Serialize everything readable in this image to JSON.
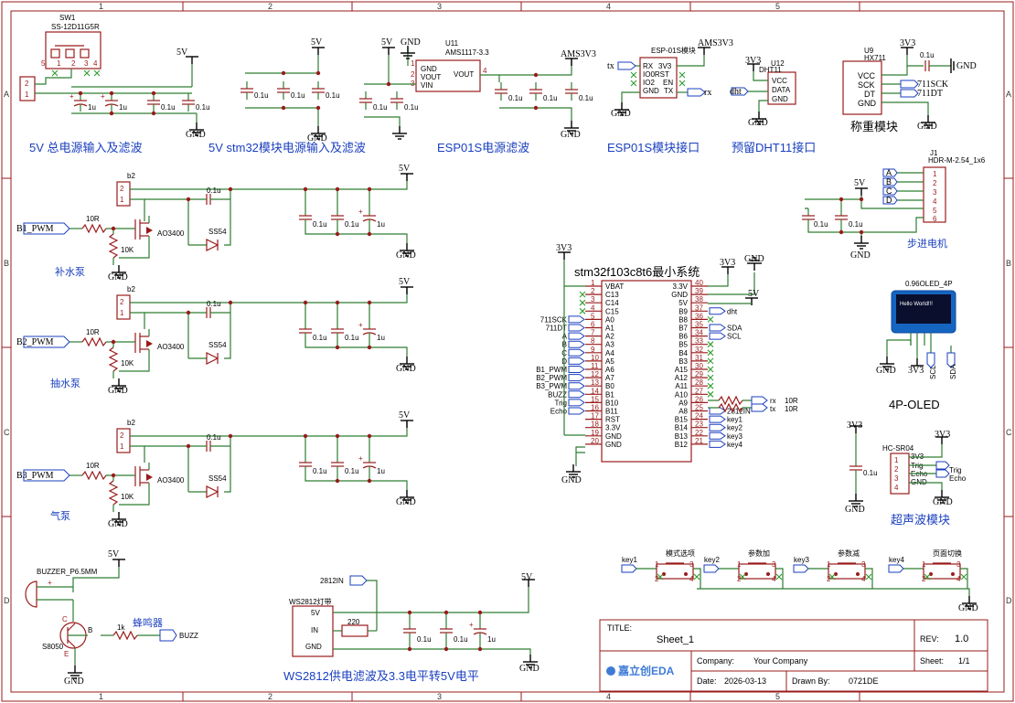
{
  "frame": {
    "cols": [
      "1",
      "2",
      "3",
      "4",
      "5"
    ],
    "rows": [
      "A",
      "B",
      "C",
      "D"
    ]
  },
  "sections": {
    "power5v": "5V 总电源输入及滤波",
    "stm32power": "5V stm32模块电源输入及滤波",
    "esp_filter": "ESP01S电源滤波",
    "esp_iface": "ESP01S模块接口",
    "dht_iface": "预留DHT11接口",
    "weigh": "称重模块",
    "pump_b1": "补水泵",
    "pump_b2": "抽水泵",
    "pump_b3": "气泵",
    "stepper": "步进电机",
    "mcu": "stm32f103c8t6最小系统",
    "oled": "4P-OLED",
    "ultrasonic": "超声波模块",
    "buzzer": "蜂鸣器",
    "ws2812": "WS2812供电滤波及3.3电平转5V电平"
  },
  "parts": {
    "sw1_ref": "SW1",
    "sw1_val": "SS-12D11G5R",
    "u11_ref": "U11",
    "u11_val": "AMS1117-3.3",
    "u11_pins": [
      "GND",
      "VOUT",
      "VIN",
      "VOUT"
    ],
    "esp_val": "ESP-01S模块",
    "esp_pins": [
      "RX",
      "3V3",
      "IO0RST",
      "IO2",
      "EN",
      "GND",
      "TX"
    ],
    "u12_ref": "U12",
    "u12_val": "DHT11",
    "u12_pins": [
      "VCC",
      "DATA",
      "GND"
    ],
    "u9_ref": "U9",
    "u9_val": "HX711",
    "u9_pins": [
      "VCC",
      "SCK",
      "DT",
      "GND"
    ],
    "j1_ref": "J1",
    "j1_val": "HDR-M-2.54_1x6",
    "oled_val": "0.96OLED_4P",
    "oled_screen": "Hello World!!!",
    "hc_val": "HC-SR04",
    "hc_pins": [
      "3V3",
      "Trig",
      "Echo",
      "GND"
    ],
    "buzzer_val": "BUZZER_P6.5MM",
    "s8050": "S8050",
    "ws_val": "WS2812灯带",
    "ws_pins": [
      "5V",
      "IN",
      "GND"
    ],
    "b2": "b2",
    "ao3400": "AO3400",
    "ss54": "SS54"
  },
  "values": {
    "c01": "0.1u",
    "c1u": "1u",
    "r10r": "10R",
    "r10k": "10K",
    "r1k": "1k",
    "r220": "220"
  },
  "nets": {
    "v5": "5V",
    "v33": "3V3",
    "gnd": "GND",
    "ams3v3": "AMS3V3",
    "tx": "tx",
    "rx": "rx",
    "dht": "dht",
    "sck": "711SCK",
    "dt": "711DT",
    "a": "A",
    "b": "B",
    "c": "C",
    "d": "D",
    "b1pwm": "B1_PWM",
    "b2pwm": "B2_PWM",
    "b3pwm": "B3_PWM",
    "buzz": "BUZZ",
    "trig": "Trig",
    "echo": "Echo",
    "sda": "SDA",
    "scl": "SCL",
    "ws": "2812IN",
    "key1": "key1",
    "key2": "key2",
    "key3": "key3",
    "key4": "key4"
  },
  "mcu": {
    "left_pins": [
      {
        "n": "1",
        "s": "VBAT"
      },
      {
        "n": "2",
        "s": "C13"
      },
      {
        "n": "3",
        "s": "C14"
      },
      {
        "n": "4",
        "s": "C15"
      },
      {
        "n": "5",
        "s": "A0"
      },
      {
        "n": "6",
        "s": "A1"
      },
      {
        "n": "7",
        "s": "A2"
      },
      {
        "n": "8",
        "s": "A3"
      },
      {
        "n": "9",
        "s": "A4"
      },
      {
        "n": "10",
        "s": "A5"
      },
      {
        "n": "11",
        "s": "A6"
      },
      {
        "n": "12",
        "s": "A7"
      },
      {
        "n": "13",
        "s": "B0"
      },
      {
        "n": "14",
        "s": "B1"
      },
      {
        "n": "15",
        "s": "B10"
      },
      {
        "n": "16",
        "s": "B11"
      },
      {
        "n": "17",
        "s": "RST"
      },
      {
        "n": "18",
        "s": "3.3V"
      },
      {
        "n": "19",
        "s": "GND"
      },
      {
        "n": "20",
        "s": "GND"
      }
    ],
    "right_pins": [
      {
        "n": "40",
        "s": "3.3V"
      },
      {
        "n": "39",
        "s": "GND"
      },
      {
        "n": "38",
        "s": "5V"
      },
      {
        "n": "37",
        "s": "B9"
      },
      {
        "n": "36",
        "s": "B8"
      },
      {
        "n": "35",
        "s": "B7"
      },
      {
        "n": "34",
        "s": "B6"
      },
      {
        "n": "33",
        "s": "B5"
      },
      {
        "n": "32",
        "s": "B4"
      },
      {
        "n": "31",
        "s": "B3"
      },
      {
        "n": "30",
        "s": "A15"
      },
      {
        "n": "29",
        "s": "A12"
      },
      {
        "n": "28",
        "s": "A11"
      },
      {
        "n": "27",
        "s": "A10"
      },
      {
        "n": "26",
        "s": "A9"
      },
      {
        "n": "25",
        "s": "A8"
      },
      {
        "n": "24",
        "s": "B15"
      },
      {
        "n": "23",
        "s": "B14"
      },
      {
        "n": "22",
        "s": "B13"
      },
      {
        "n": "21",
        "s": "B12"
      }
    ],
    "left_nets": [
      "",
      "",
      "",
      "",
      "711SCK",
      "711DT",
      "A",
      "B",
      "C",
      "D",
      "B1_PWM",
      "B2_PWM",
      "B3_PWM",
      "BUZZ",
      "Trig",
      "Echo",
      "",
      "",
      "",
      ""
    ],
    "right_nets": [
      "",
      "",
      "",
      "dht",
      "",
      "SDA",
      "SCL",
      "",
      "",
      "",
      "",
      "",
      "",
      "",
      "",
      "2812IN",
      "key1",
      "key2",
      "key3",
      "key4"
    ]
  },
  "keys": [
    {
      "net": "key1",
      "label": "模式选项"
    },
    {
      "net": "key2",
      "label": "参数加"
    },
    {
      "net": "key3",
      "label": "参数减"
    },
    {
      "net": "key4",
      "label": "页面切换"
    }
  ],
  "title_block": {
    "title_label": "TITLE:",
    "title": "Sheet_1",
    "rev_label": "REV:",
    "rev": "1.0",
    "logo": "嘉立创EDA",
    "company_label": "Company:",
    "company": "Your Company",
    "sheet_label": "Sheet:",
    "sheet": "1/1",
    "date_label": "Date:",
    "date": "2026-03-13",
    "drawn_label": "Drawn By:",
    "drawn": "0721DE"
  }
}
